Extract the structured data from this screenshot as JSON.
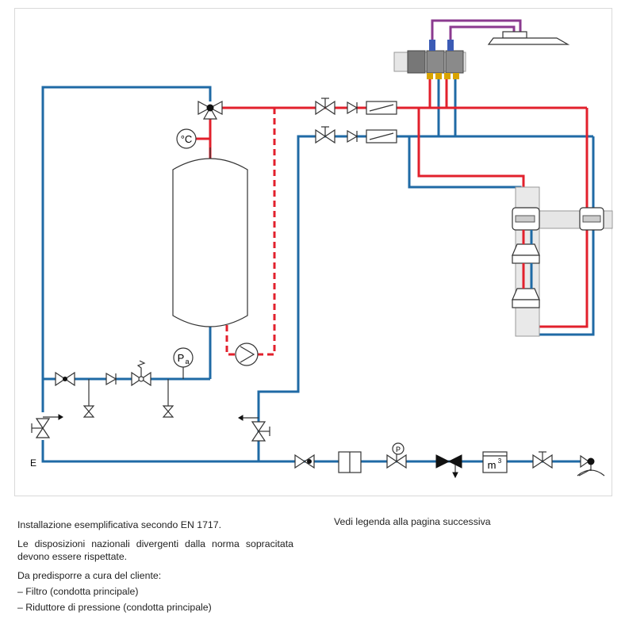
{
  "labels": {
    "temp_gauge": "°C",
    "pressure_gauge_main": "P",
    "pressure_gauge_sub": "a",
    "pressure_valve": "P",
    "meter": "m",
    "meter_sup": "3",
    "drain": "E"
  },
  "caption": {
    "line1": "Installazione esemplificativa secondo EN 1717.",
    "line2": "Le disposizioni nazionali divergenti dalla norma sopracitata devono essere rispettate.",
    "line3": "Da predisporre a cura del cliente:",
    "item1": "– Filtro (condotta principale)",
    "item2": "– Riduttore di pressione (condotta principale)"
  },
  "note_right": "Vedi legenda alla pagina successiva",
  "colors": {
    "hot": "#e2202c",
    "cold": "#1f6aa5",
    "circulation": "#8b3a8f",
    "outline": "#333333"
  }
}
